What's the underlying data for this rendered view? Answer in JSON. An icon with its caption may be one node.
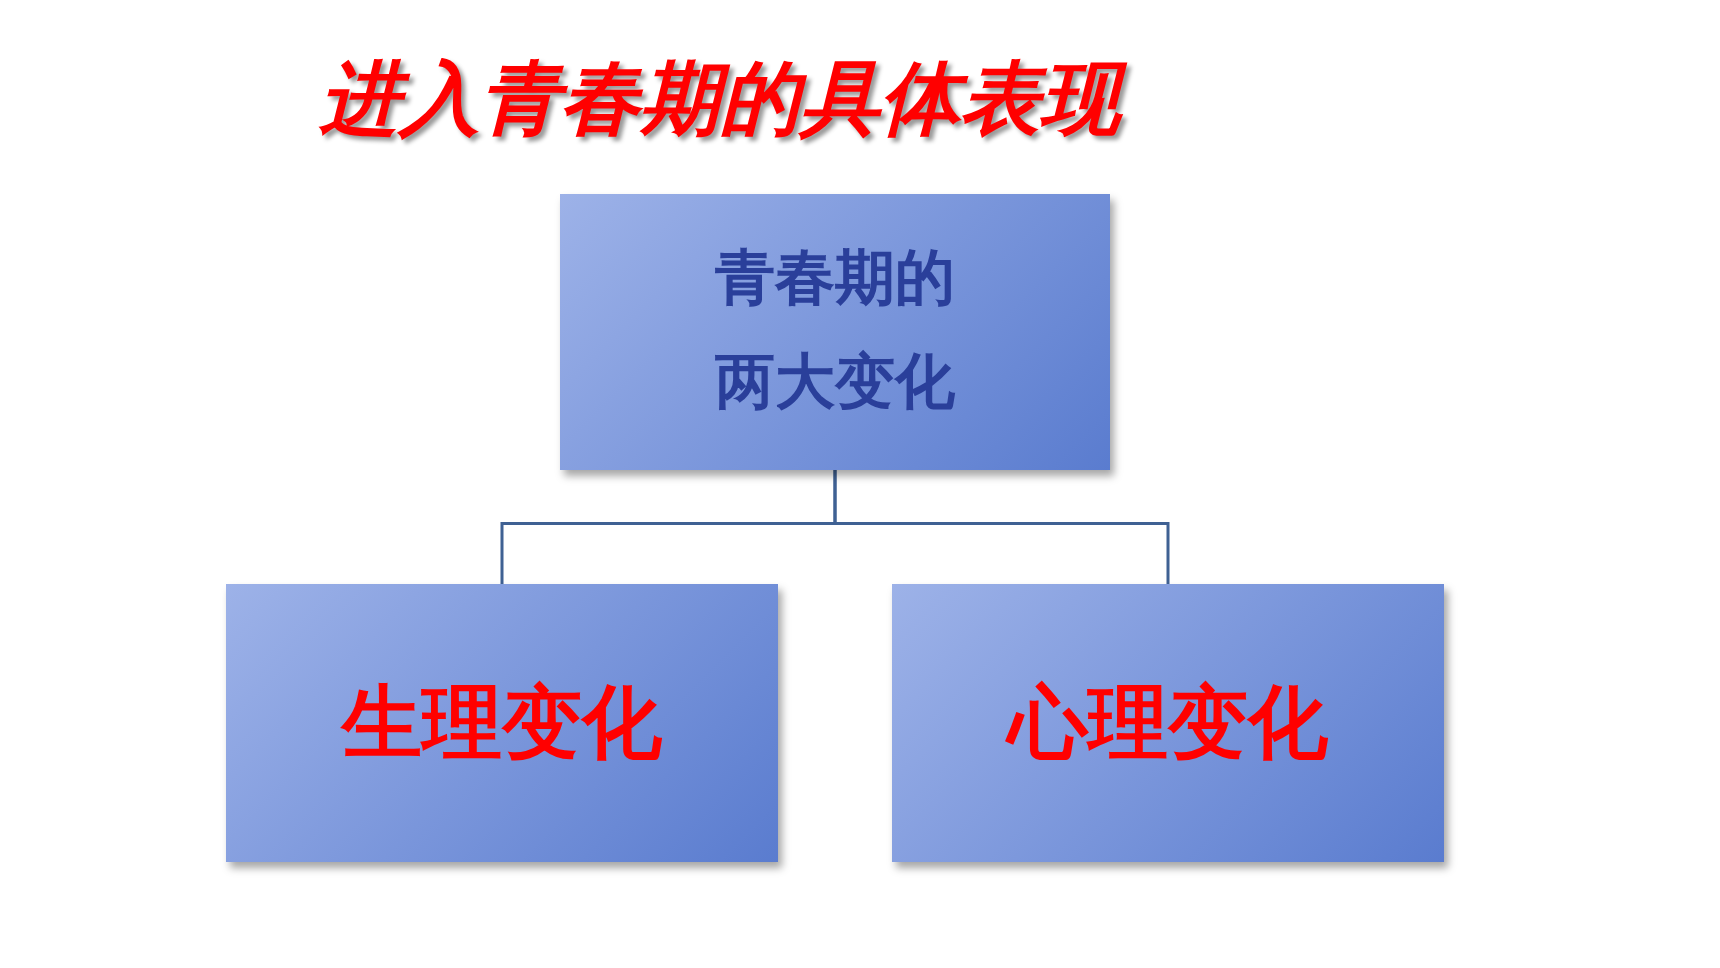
{
  "diagram": {
    "title": "进入青春期的具体表现",
    "nodes": [
      {
        "text": [
          "青春期的两大变化"
        ]
      },
      {
        "text": [
          "生理变化"
        ]
      },
      {
        "text": [
          "心理变化"
        ]
      }
    ],
    "edges": [
      {
        "from": 0,
        "to": 1,
        "arrow": "none"
      },
      {
        "from": 0,
        "to": 2,
        "arrow": "none"
      }
    ]
  }
}
